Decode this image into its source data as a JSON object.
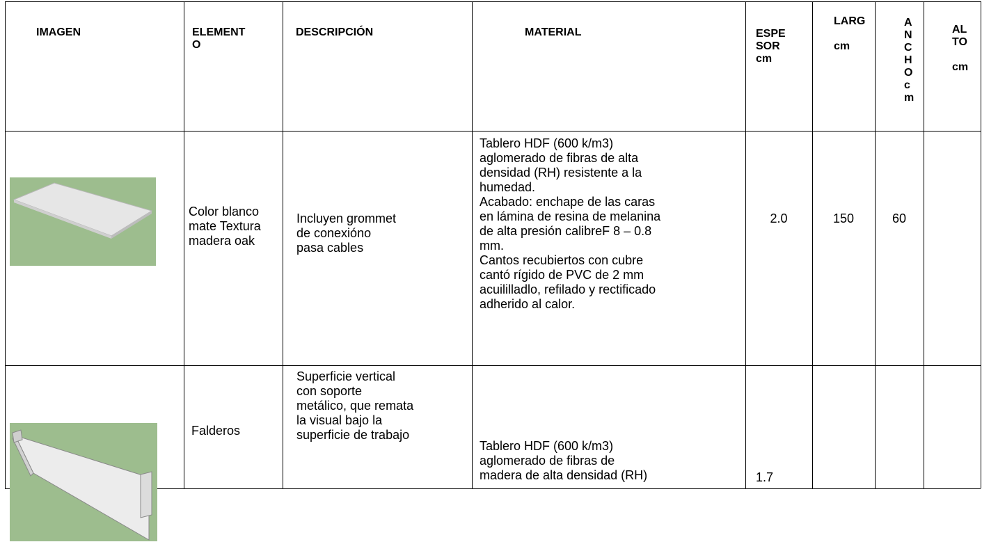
{
  "headers": {
    "imagen": "IMAGEN",
    "elemento": "ELEMENT\nO",
    "descripcion": "DESCRIPCIÓN",
    "material": "MATERIAL",
    "espesor": "ESPE\nSOR\ncm",
    "largo": "LARG\n\ncm",
    "ancho": "A\nN\nC\nH\nO\nc\nm",
    "alto": "AL\nTO\n\ncm"
  },
  "rows": [
    {
      "image_icon": "desk-top-board-render",
      "elemento": "Color blanco\nmate Textura\nmadera oak",
      "descripcion": "Incluyen grommet\nde conexióno\npasa cables",
      "material": "Tablero HDF (600 k/m3)\naglomerado de fibras de alta\ndensidad (RH) resistente a la\nhumedad.\nAcabado: enchape de las caras\nen lámina de resina de melanina\nde alta presión calibreF 8 – 0.8\nmm.\nCantos recubiertos con cubre\ncantó rígido de PVC de 2 mm\nacuililladlo, refilado y rectificado\nadherido al calor.",
      "espesor": "2.0",
      "largo": "150",
      "ancho": "60",
      "alto": ""
    },
    {
      "image_icon": "modesty-panel-render",
      "elemento": "Falderos",
      "descripcion": "Superficie vertical\ncon soporte\nmetálico, que remata\nla visual bajo la\nsuperficie de trabajo",
      "material": "Tablero HDF (600 k/m3)\naglomerado de fibras de\nmadera de alta densidad (RH)",
      "espesor": "1.7",
      "largo": "",
      "ancho": "",
      "alto": ""
    }
  ],
  "colors": {
    "render_bg": "#9dbd8e",
    "board": "#e8e8e8",
    "grid": "#000000"
  }
}
